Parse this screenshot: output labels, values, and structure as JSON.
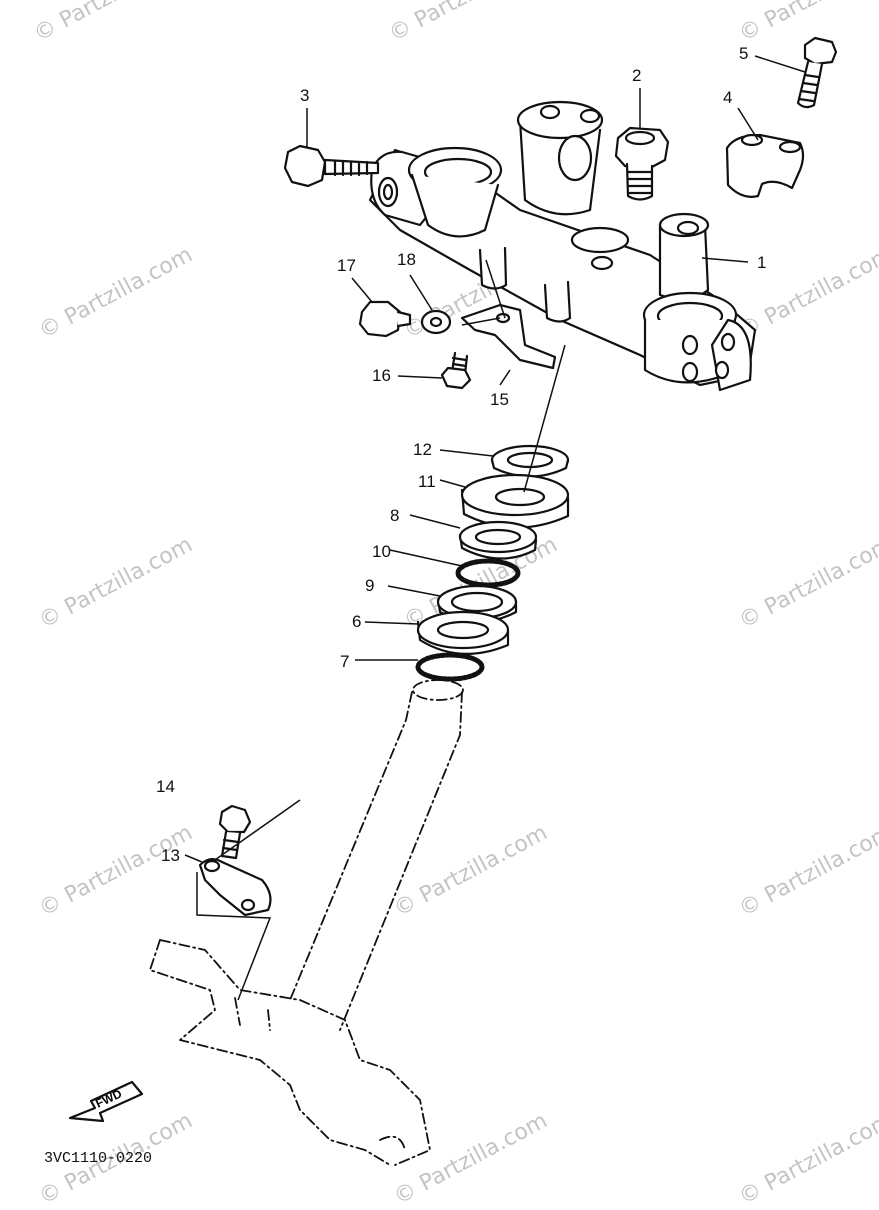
{
  "watermark": "© Partzilla.com",
  "diagram_code": "3VC1110-0220",
  "fwd_label": "FWD",
  "callouts": [
    {
      "id": "c1",
      "text": "1"
    },
    {
      "id": "c2",
      "text": "2"
    },
    {
      "id": "c3",
      "text": "3"
    },
    {
      "id": "c4",
      "text": "4"
    },
    {
      "id": "c5",
      "text": "5"
    },
    {
      "id": "c6",
      "text": "6"
    },
    {
      "id": "c7",
      "text": "7"
    },
    {
      "id": "c8",
      "text": "8"
    },
    {
      "id": "c9",
      "text": "9"
    },
    {
      "id": "c10",
      "text": "10"
    },
    {
      "id": "c11",
      "text": "11"
    },
    {
      "id": "c12",
      "text": "12"
    },
    {
      "id": "c13",
      "text": "13"
    },
    {
      "id": "c14",
      "text": "14"
    },
    {
      "id": "c15",
      "text": "15"
    },
    {
      "id": "c16",
      "text": "16"
    },
    {
      "id": "c17",
      "text": "17"
    },
    {
      "id": "c18",
      "text": "18"
    }
  ]
}
